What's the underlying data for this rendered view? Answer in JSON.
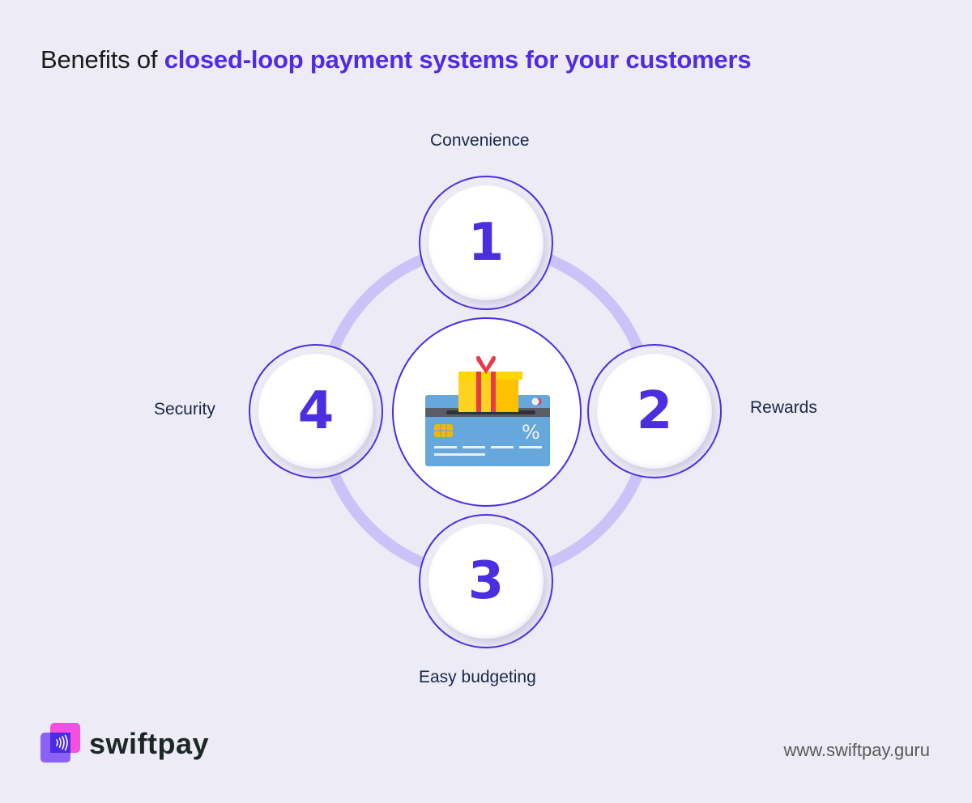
{
  "title": {
    "prefix": "Benefits of ",
    "highlight": "closed-loop payment systems for your customers"
  },
  "diagram": {
    "center_icon": "credit-card-gift-icon",
    "nodes": [
      {
        "number": "1",
        "label": "Convenience"
      },
      {
        "number": "2",
        "label": "Rewards"
      },
      {
        "number": "3",
        "label": "Easy budgeting"
      },
      {
        "number": "4",
        "label": "Security"
      }
    ]
  },
  "footer": {
    "brand": "swiftpay",
    "logo_icon": "contactless-icon",
    "url": "www.swiftpay.guru"
  },
  "colors": {
    "accent": "#4f2be6",
    "ring": "#cbc3f7",
    "background": "#edebf5",
    "label_text": "#17294a"
  }
}
